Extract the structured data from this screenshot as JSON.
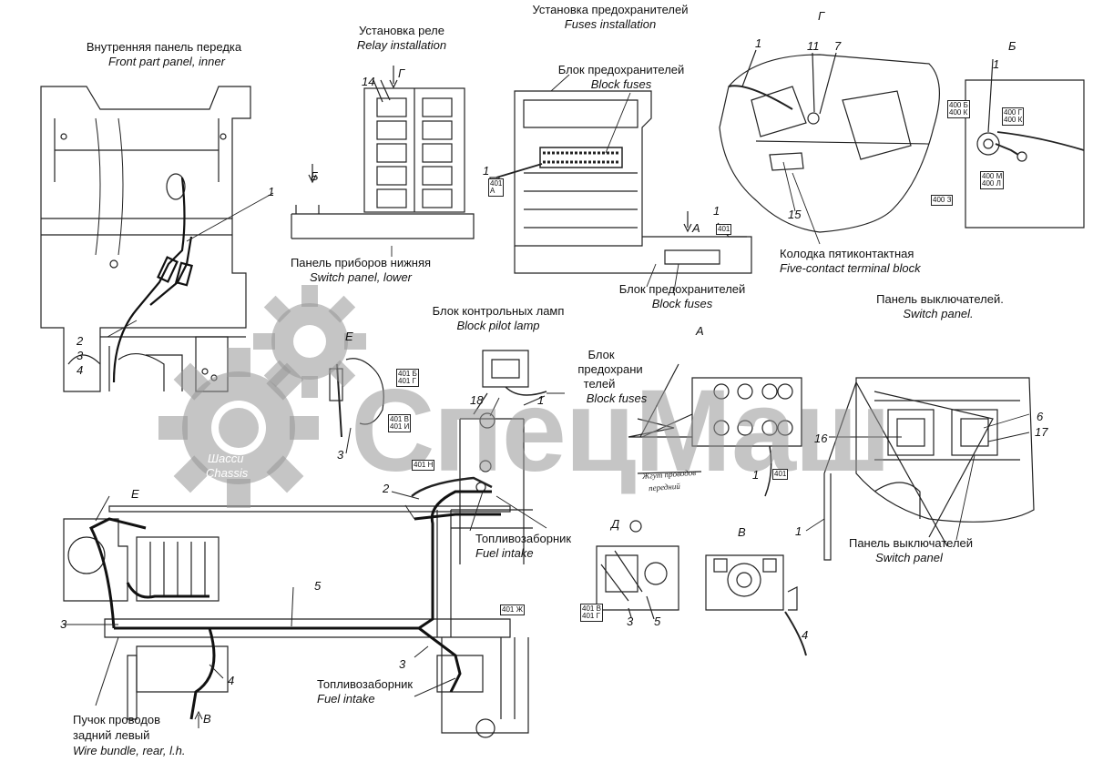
{
  "watermark": {
    "text": "СпецМаш",
    "gear_label_ru": "Шасси",
    "gear_label_en": "Chassis",
    "color": "#969696"
  },
  "titles": {
    "front_panel": {
      "ru": "Внутренняя панель передка",
      "en": "Front part panel, inner"
    },
    "relay": {
      "ru": "Установка реле",
      "en": "Relay installation"
    },
    "fuses": {
      "ru": "Установка предохранителей",
      "en": "Fuses installation"
    },
    "view_g_top": "Г",
    "view_b_top": "Б",
    "block_fuses_top": {
      "ru": "Блок предохранителей",
      "en": "Block fuses"
    },
    "switch_lower": {
      "ru": "Панель приборов нижняя",
      "en": "Switch panel, lower"
    },
    "block_fuses_bottom": {
      "ru": "Блок предохранителей",
      "en": "Block fuses"
    },
    "five_contact": {
      "ru": "Колодка пятиконтактная",
      "en": "Five-contact terminal block"
    },
    "switch_panel_dot": {
      "ru": "Панель выключателей.",
      "en": "Switch panel."
    },
    "pilot_lamp": {
      "ru": "Блок контрольных ламп",
      "en": "Block pilot lamp"
    },
    "view_a": "А",
    "block_fuses_a": {
      "ru1": "Блок",
      "ru2": "предохрани",
      "ru3": "телей",
      "en": "Block fuses"
    },
    "fuel_intake_1": {
      "ru": "Топливозаборник",
      "en": "Fuel intake"
    },
    "fuel_intake_2": {
      "ru": "Топливозаборник",
      "en": "Fuel intake"
    },
    "view_d": "Д",
    "view_v": "В",
    "switch_panel_bottom": {
      "ru": "Панель выключателей",
      "en": "Switch panel"
    },
    "wire_bundle": {
      "ru1": "Пучок проводов",
      "ru2": "задний левый",
      "en": "Wire bundle, rear, l.h."
    },
    "view_e_left": "Е",
    "view_e_mid": "Е",
    "arrow_b_small": "Б",
    "arrow_a_small": "А",
    "arrow_g_small": "Г",
    "arrow_v_small": "В",
    "handwritten_1": "Жгут проводов",
    "handwritten_2": "передний"
  },
  "callouts": {
    "n1_front": "1",
    "n2_front": "2",
    "n3_front": "3",
    "n4_front": "4",
    "n14": "14",
    "n1_fuse": "1",
    "n1_fuse_b": "1",
    "n1_g": "1",
    "n11": "11",
    "n7": "7",
    "n15": "15",
    "n1_b": "1",
    "n18": "18",
    "n1_lamp": "1",
    "n2_mid": "2",
    "n3_mid": "3",
    "n1_a": "1",
    "n6": "6",
    "n16": "16",
    "n17": "17",
    "n1_sw": "1",
    "n5_chassis": "5",
    "n3_chassis": "3",
    "n3_chassis_b": "3",
    "n4_chassis": "4",
    "n3_d": "3",
    "n5_d": "5",
    "n4_v": "4"
  },
  "tags": {
    "t401a_fuse": "401\nA",
    "t401_a": "401",
    "t401b_g": "400 Б\n400 К",
    "t401gk": "400 Г\n400 К",
    "t400m": "400 М\n400 Л",
    "t400z": "400 З",
    "t401b_e": "401 Б\n401 Г",
    "t401v_e": "401 В\n401 И",
    "t401m": "401 Н",
    "t401zh": "401 Ж",
    "t401_a2": "401",
    "t401v_d": "401 В\n401 Г"
  }
}
